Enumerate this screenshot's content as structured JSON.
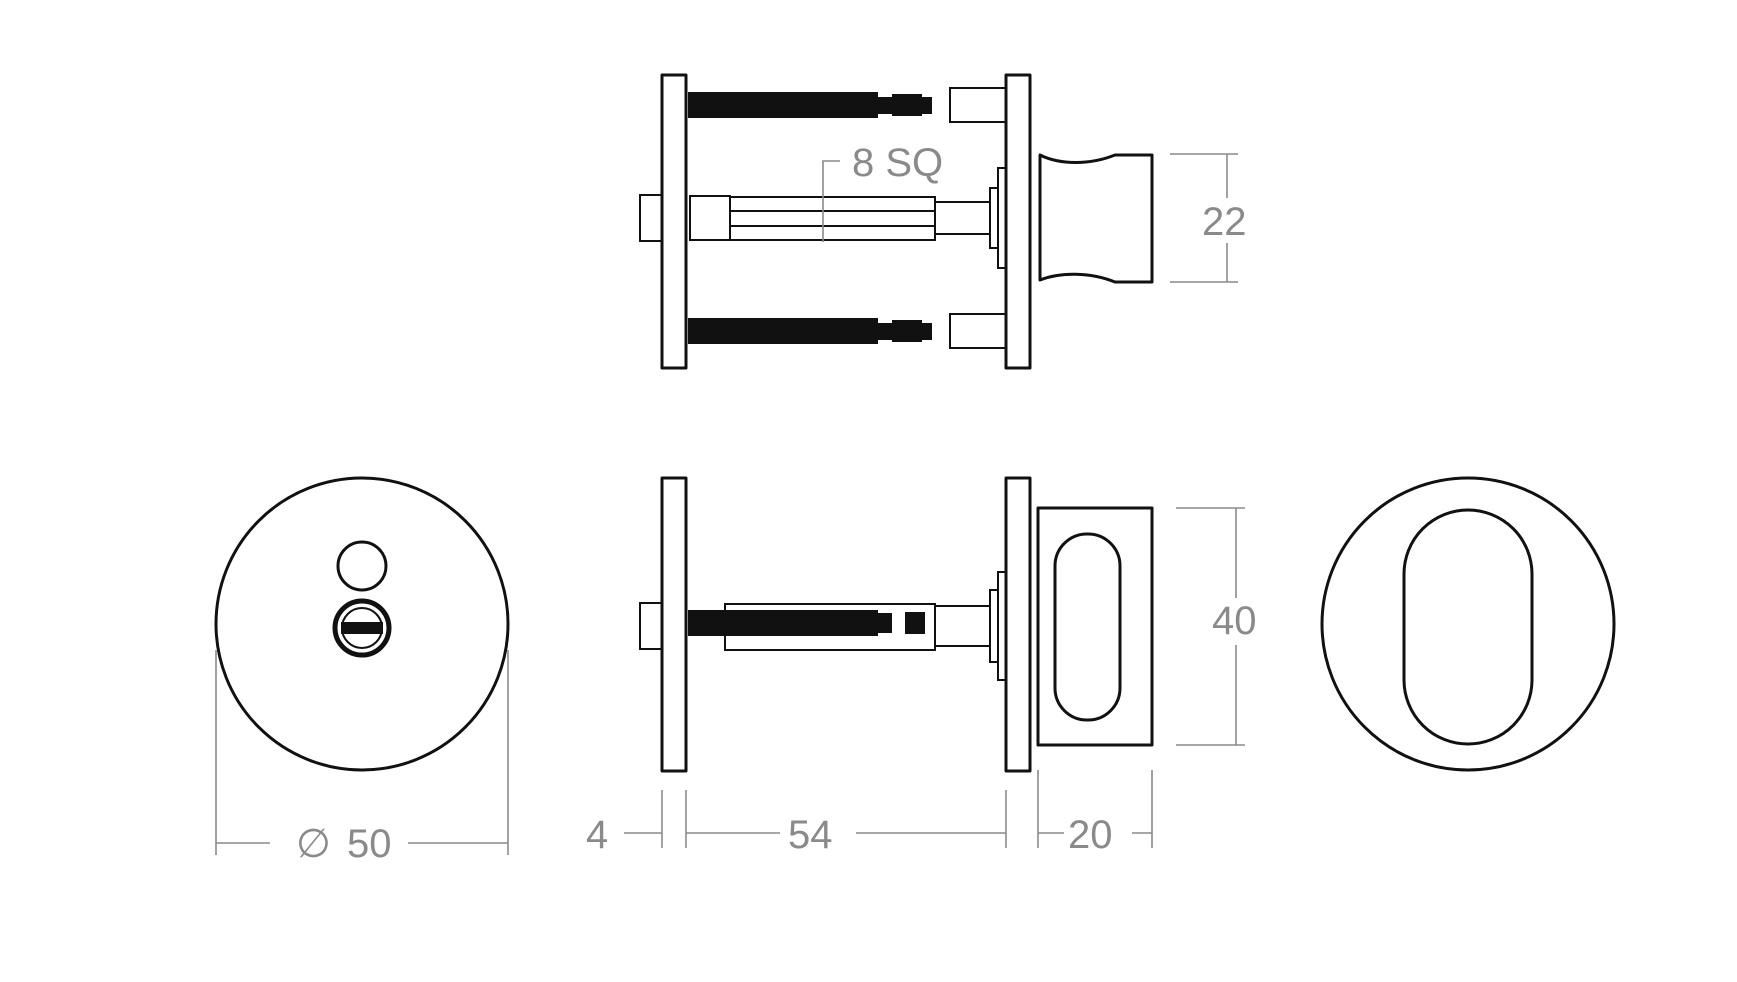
{
  "drawing": {
    "annotations": {
      "spindle": "8 SQ",
      "knob_height": "22",
      "rose_height": "40",
      "diameter_symbol": "∅",
      "diameter": "50",
      "plate_thickness": "4",
      "door_range": "54",
      "knob_projection": "20"
    },
    "colors": {
      "object_line": "#111111",
      "dimension_line": "#8a8a8a",
      "background": "#ffffff"
    }
  }
}
